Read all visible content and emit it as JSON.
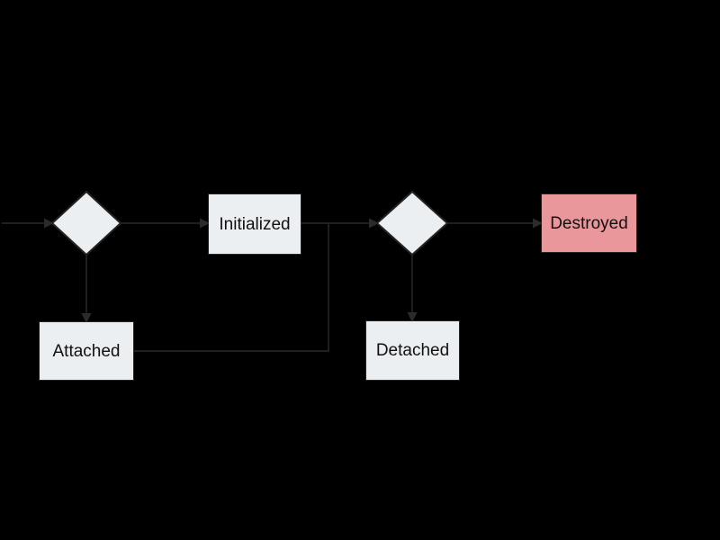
{
  "diagram": {
    "type": "flowchart",
    "background": "black",
    "nodes": [
      {
        "id": "entry-junction",
        "type": "diamond",
        "label": ""
      },
      {
        "id": "initialized",
        "type": "box",
        "label": "Initialized"
      },
      {
        "id": "attached",
        "type": "box",
        "label": "Attached"
      },
      {
        "id": "exit-junction",
        "type": "diamond",
        "label": ""
      },
      {
        "id": "detached",
        "type": "box",
        "label": "Detached"
      },
      {
        "id": "destroyed",
        "type": "box",
        "label": "Destroyed",
        "variant": "danger"
      }
    ],
    "edges": [
      {
        "from": "offscreen-left",
        "to": "entry-junction",
        "arrow": true
      },
      {
        "from": "entry-junction",
        "to": "initialized",
        "arrow": true
      },
      {
        "from": "entry-junction",
        "to": "attached",
        "arrow": true
      },
      {
        "from": "initialized",
        "to": "exit-junction",
        "arrow": true
      },
      {
        "from": "attached",
        "to": "exit-junction",
        "arrow": false
      },
      {
        "from": "exit-junction",
        "to": "destroyed",
        "arrow": true
      },
      {
        "from": "exit-junction",
        "to": "detached",
        "arrow": true
      }
    ],
    "colors": {
      "background": "#000000",
      "node_fill": "#eceff1",
      "node_border": "#242424",
      "danger_fill": "#ea979b",
      "edge": "#2b2b2b",
      "text": "#111111"
    }
  }
}
